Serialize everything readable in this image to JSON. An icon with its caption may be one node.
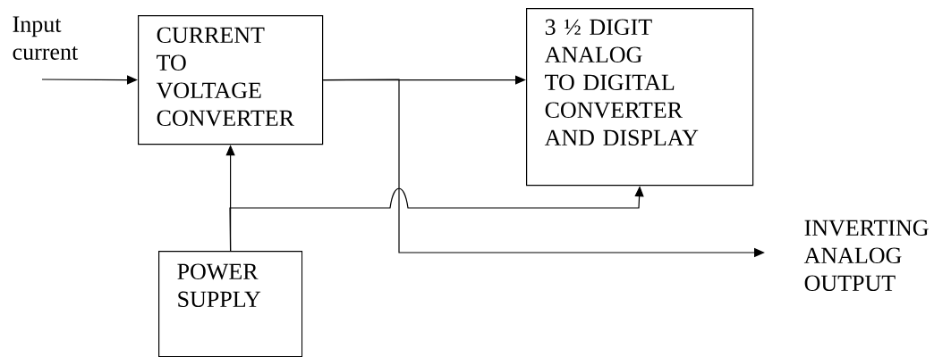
{
  "diagram": {
    "nodes": [
      {
        "text": [
          "CURRENT TO VOLTAGE CONVERTER"
        ]
      },
      {
        "text": [
          "3 ½ DIGIT ANALOG TO DIGITAL CONVERTER AND DISPLAY"
        ]
      },
      {
        "text": [
          "POWER SUPPLY"
        ]
      },
      {
        "text": [
          "INVERTING ANALOG OUTPUT"
        ]
      }
    ],
    "edges": [
      {
        "from": null,
        "to": 0,
        "arrow": "to",
        "label": "Input current"
      },
      {
        "from": 0,
        "to": 1,
        "arrow": "to"
      },
      {
        "from": 0,
        "to": 3,
        "arrow": "to"
      },
      {
        "from": 2,
        "to": 0,
        "arrow": "to"
      },
      {
        "from": 2,
        "to": 1,
        "arrow": "to"
      }
    ]
  }
}
